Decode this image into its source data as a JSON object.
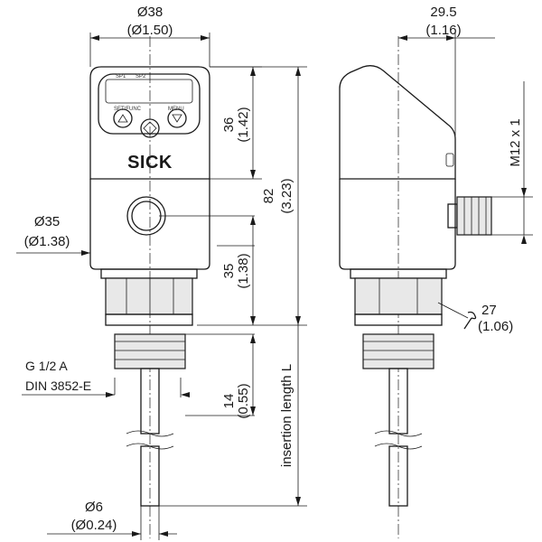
{
  "front_view": {
    "diameter_top": "Ø38",
    "diameter_top_inch": "(Ø1.50)",
    "height_display": "36",
    "height_display_inch": "(1.42)",
    "height_total": "82",
    "height_total_inch": "(3.23)",
    "diameter_body": "Ø35",
    "diameter_body_inch": "(Ø1.38)",
    "height_body": "35",
    "height_body_inch": "(1.38)",
    "thread_label": "G 1/2 A",
    "thread_standard": "DIN 3852-E",
    "height_thread": "14",
    "height_thread_inch": "(0.55)",
    "insertion_label": "insertion length L",
    "diameter_probe": "Ø6",
    "diameter_probe_inch": "(Ø0.24)",
    "logo": "SICK",
    "button_left": "SET/FUNC",
    "button_right": "MENU",
    "led_1": "SP1",
    "led_2": "SP2"
  },
  "side_view": {
    "depth": "29.5",
    "depth_inch": "(1.16)",
    "connector": "M12 x 1",
    "wrench_size": "27",
    "wrench_size_inch": "(1.06)"
  }
}
